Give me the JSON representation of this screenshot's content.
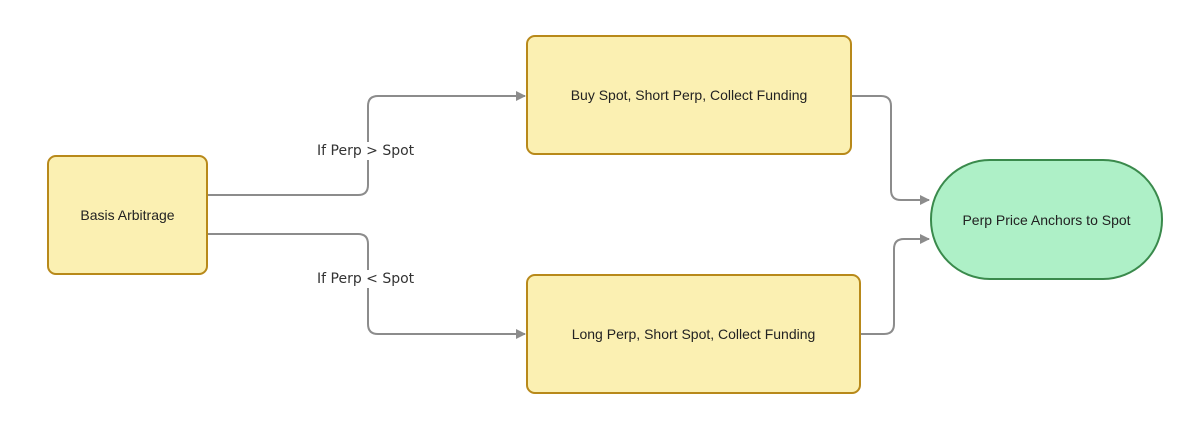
{
  "nodes": {
    "basis_arbitrage": "Basis Arbitrage",
    "buy_spot": "Buy Spot, Short Perp, Collect Funding",
    "long_perp": "Long Perp, Short Spot, Collect Funding",
    "perp_anchor": "Perp Price Anchors to Spot"
  },
  "edges": {
    "upper_label": "If Perp > Spot",
    "lower_label": "If Perp < Spot"
  },
  "colors": {
    "process_fill": "#fbf0b2",
    "process_border": "#b8891a",
    "terminal_fill": "#aef0c7",
    "terminal_border": "#3a8a4c",
    "connector": "#8c8c8c"
  }
}
